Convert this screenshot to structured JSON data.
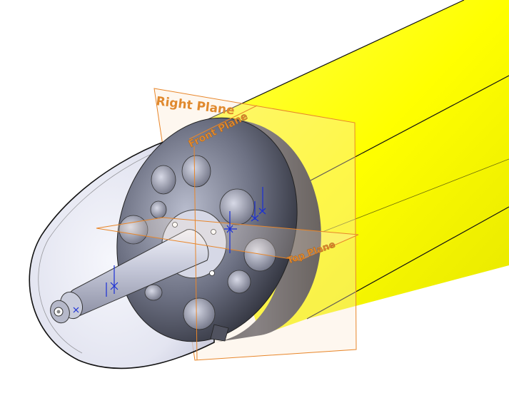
{
  "planes": {
    "right": "Right Plane",
    "front": "Front Plane",
    "top": "Top Plane"
  },
  "colors": {
    "body": "#ffff00",
    "plane": "#e8862a",
    "plane_fill": "#fde8d2",
    "disk": "#5c5e6e",
    "sketch": "#1a2fd6",
    "shell": "#c9cde6"
  }
}
